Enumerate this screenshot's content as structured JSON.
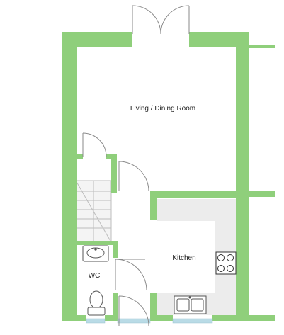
{
  "rooms": {
    "living_dining": "Living / Dining Room",
    "kitchen": "Kitchen",
    "wc": "WC"
  },
  "colors": {
    "wall": "#8fcf7b",
    "counter": "#ececec",
    "window": "#b9dbe6",
    "line": "#8a8a8a",
    "label": "#222222"
  }
}
